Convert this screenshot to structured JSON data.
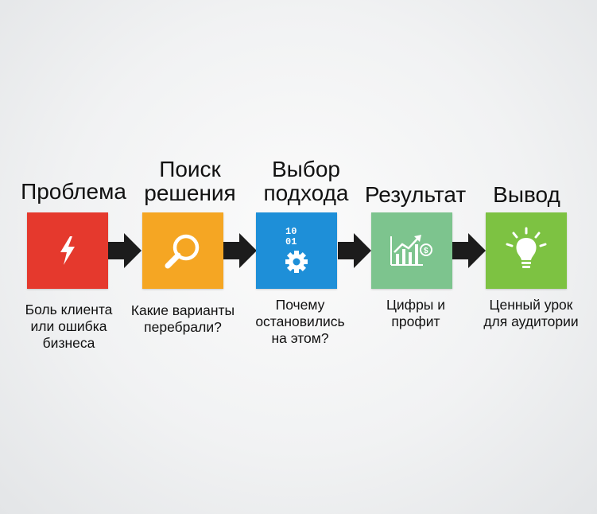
{
  "steps": [
    {
      "title_lines": [
        "Проблема"
      ],
      "caption_lines": [
        "Боль клиента",
        "или ошибка",
        "бизнеса"
      ],
      "color": "#e5392d",
      "icon": "lightning-icon"
    },
    {
      "title_lines": [
        "Поиск",
        "решения"
      ],
      "caption_lines": [
        "Какие варианты",
        "перебрали?"
      ],
      "color": "#f5a623",
      "icon": "magnifier-icon"
    },
    {
      "title_lines": [
        "Выбор",
        "подхода"
      ],
      "caption_lines": [
        "Почему",
        "остановились",
        "на этом?"
      ],
      "color": "#1e8fd8",
      "icon": "binary-gear-icon"
    },
    {
      "title_lines": [
        "Результат"
      ],
      "caption_lines": [
        "Цифры и",
        "профит"
      ],
      "color": "#7dc48e",
      "icon": "growth-chart-icon"
    },
    {
      "title_lines": [
        "Вывод"
      ],
      "caption_lines": [
        "Ценный урок",
        "для аудитории"
      ],
      "color": "#7dc242",
      "icon": "lightbulb-icon"
    }
  ],
  "arrow_color": "#1c1c1c",
  "binary_glyph": "10\n01"
}
